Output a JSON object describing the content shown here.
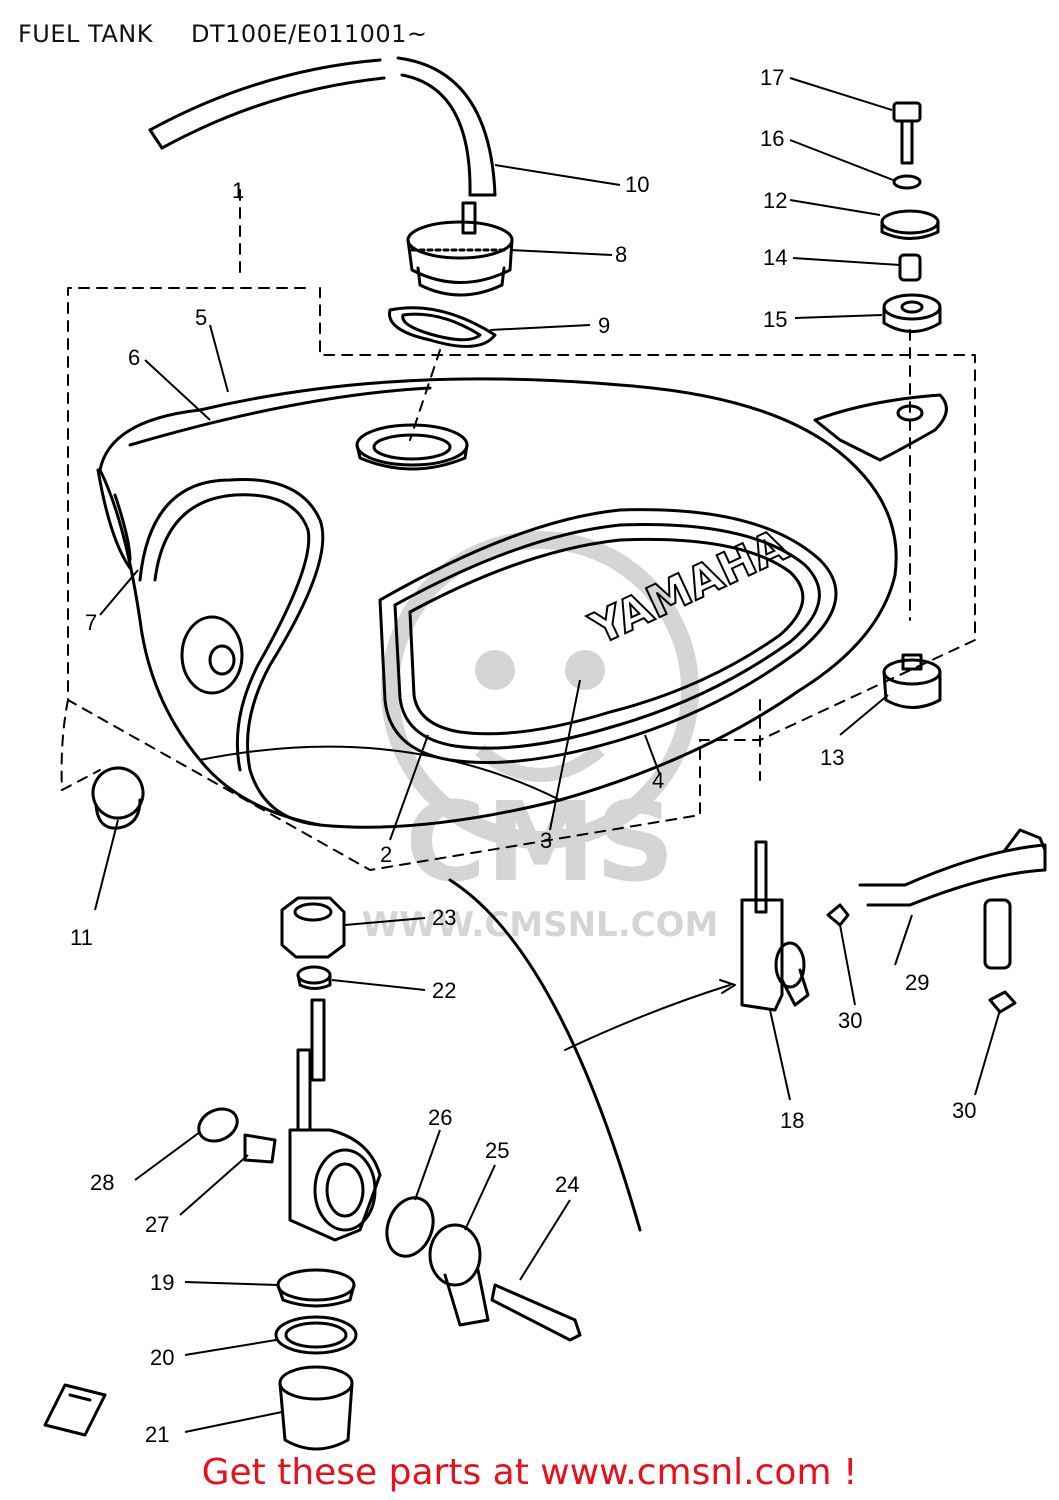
{
  "header": {
    "title": "FUEL TANK",
    "model_code": "DT100E/E011001~"
  },
  "watermark": {
    "logo_text": "CMS",
    "url": "WWW.CMSNL.COM"
  },
  "tank_brand": "YAMAHA",
  "part_numbers": [
    "1",
    "2",
    "3",
    "4",
    "5",
    "6",
    "7",
    "8",
    "9",
    "10",
    "11",
    "12",
    "13",
    "14",
    "15",
    "16",
    "17",
    "18",
    "19",
    "20",
    "21",
    "22",
    "23",
    "24",
    "25",
    "26",
    "27",
    "28",
    "29",
    "30",
    "30"
  ],
  "footer": {
    "cta": "Get these parts at www.cmsnl.com !"
  },
  "colors": {
    "line": "#000000",
    "footer_text": "#e8101a",
    "background": "#ffffff"
  }
}
